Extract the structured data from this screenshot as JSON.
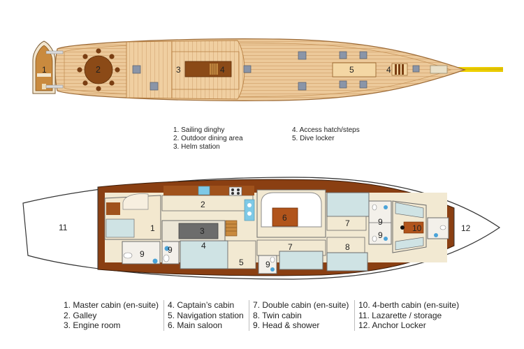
{
  "deck_labels": {
    "dinghy": "1",
    "dining": "2",
    "helm": "3",
    "hatch_mid": "4",
    "dive": "5",
    "hatch_fwd": "4"
  },
  "deck_legend": {
    "col1": [
      "1. Sailing dinghy",
      "2. Outdoor dining area",
      "3. Helm station"
    ],
    "col2": [
      "4. Access hatch/steps",
      "5. Dive locker"
    ]
  },
  "lower_labels": {
    "lazarette": "11",
    "master": "1",
    "galley": "2",
    "engine": "3",
    "captain": "4",
    "nav": "5",
    "saloon": "6",
    "double_a": "7",
    "double_b": "7",
    "twin": "8",
    "head_master": "9",
    "head_captain": "9",
    "head_nav": "9",
    "head_fwd_a": "9",
    "head_fwd_b": "9",
    "four_berth": "10",
    "anchor": "12"
  },
  "lower_legend": {
    "col1": [
      "1. Master cabin (en-suite)",
      "2. Galley",
      "3. Engine room"
    ],
    "col2": [
      "4. Captain’s cabin",
      "5. Navigation station",
      "6. Main saloon"
    ],
    "col3": [
      "7. Double cabin (en-suite)",
      "8. Twin cabin",
      "9. Head & shower"
    ],
    "col4": [
      "10. 4-berth cabin (en-suite)",
      "11. Lazarette / storage",
      "12. Anchor Locker"
    ]
  },
  "colors": {
    "deck_wood": "#e9c493",
    "deck_plank": "#d9ab74",
    "teak_dark": "#7a3e12",
    "hull_brown": "#8a3f12",
    "corridor": "#f2e9d2",
    "cabin_blue": "#cfe3e4",
    "bulkhead": "#6b6b6b",
    "bowsprit": "#f2d21c"
  }
}
